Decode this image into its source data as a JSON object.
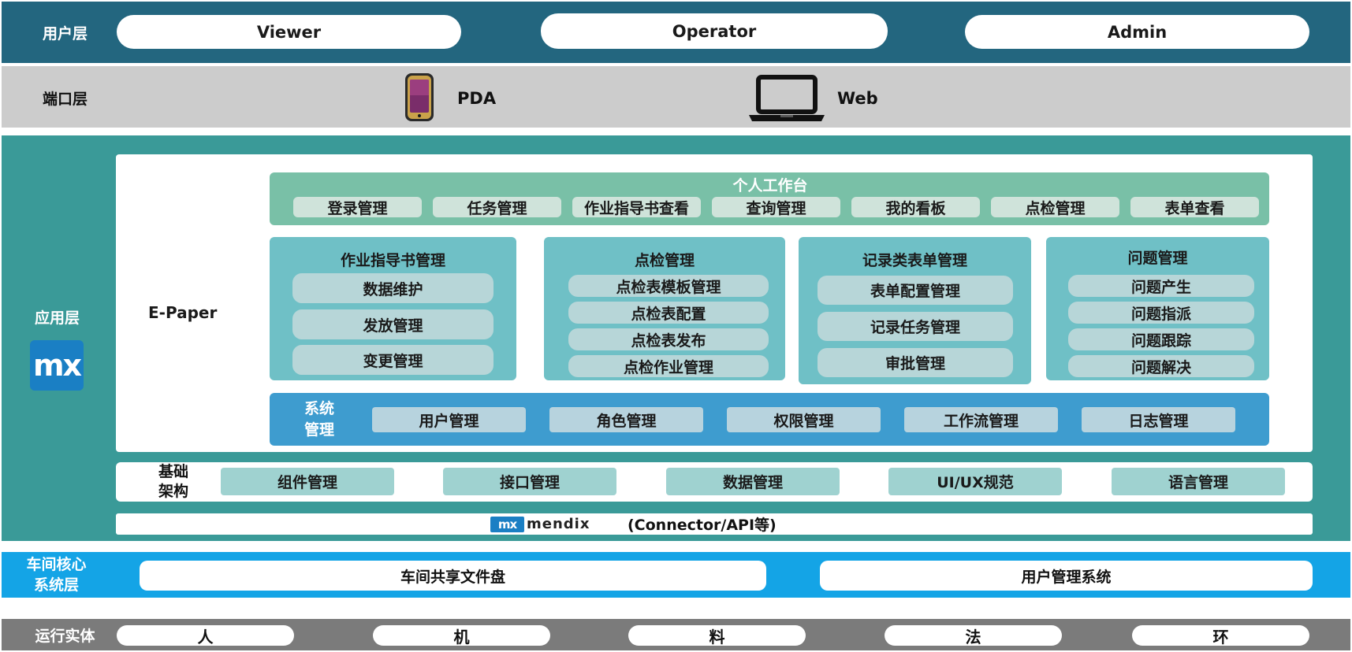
{
  "user_layer": {
    "label": "用户层",
    "roles": [
      "Viewer",
      "Operator",
      "Admin"
    ]
  },
  "port_layer": {
    "label": "端口层",
    "pda": "PDA",
    "web": "Web"
  },
  "app_layer": {
    "label": "应用层",
    "logo_text": "mx",
    "e_paper": "E-Paper",
    "workbench": {
      "title": "个人工作台",
      "items": [
        "登录管理",
        "任务管理",
        "作业指导书查看",
        "查询管理",
        "我的看板",
        "点检管理",
        "表单查看"
      ]
    },
    "modules": [
      {
        "title": "作业指导书管理",
        "items": [
          "数据维护",
          "发放管理",
          "变更管理"
        ]
      },
      {
        "title": "点检管理",
        "items": [
          "点检表模板管理",
          "点检表配置",
          "点检表发布",
          "点检作业管理"
        ]
      },
      {
        "title": "记录类表单管理",
        "items": [
          "表单配置管理",
          "记录任务管理",
          "审批管理"
        ]
      },
      {
        "title": "问题管理",
        "items": [
          "问题产生",
          "问题指派",
          "问题跟踪",
          "问题解决"
        ]
      }
    ],
    "system": {
      "label_line1": "系统",
      "label_line2": "管理",
      "items": [
        "用户管理",
        "角色管理",
        "权限管理",
        "工作流管理",
        "日志管理"
      ]
    },
    "base": {
      "label_line1": "基础",
      "label_line2": "架构",
      "items": [
        "组件管理",
        "接口管理",
        "数据管理",
        "UI/UX规范",
        "语言管理"
      ]
    },
    "platform": {
      "logo_mx": "mx",
      "brand": "mendix",
      "note": "(Connector/API等)"
    }
  },
  "core_layer": {
    "label_line1": "车间核心",
    "label_line2": "系统层",
    "items": [
      "车间共享文件盘",
      "用户管理系统"
    ]
  },
  "run_layer": {
    "label": "运行实体",
    "items": [
      "人",
      "机",
      "料",
      "法",
      "环"
    ]
  },
  "colors": {
    "user_layer": "#23667f",
    "port_layer": "#cccccc",
    "app_layer": "#3a9a98",
    "core_layer": "#14a4e6",
    "run_layer": "#7b7b7b",
    "module_box": "#6fc0c6",
    "workbench_bar": "#79c0a7",
    "system_bar": "#3e9ccf",
    "mendix_blue": "#1a7fc4"
  }
}
